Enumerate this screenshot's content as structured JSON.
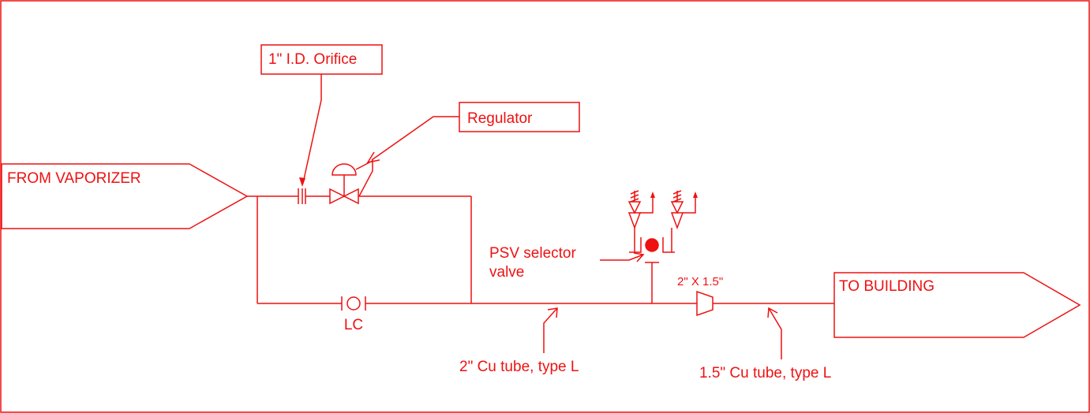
{
  "colors": {
    "line": "#ee1111",
    "background": "#ffffff"
  },
  "labels": {
    "from_vaporizer": "FROM VAPORIZER",
    "to_building": "TO BUILDING",
    "orifice": "1\" I.D. Orifice",
    "regulator": "Regulator",
    "psv_line1": "PSV selector",
    "psv_line2": "valve",
    "reducer": "2\" X 1.5\"",
    "lc": "LC",
    "tube_2in": "2\" Cu tube, type L",
    "tube_15in": "1.5\" Cu tube, type L"
  },
  "symbols": [
    "orifice-plate-icon",
    "pressure-regulator-icon",
    "locked-closed-valve-icon",
    "relief-valve-icon",
    "selector-valve-icon",
    "reducer-icon"
  ]
}
